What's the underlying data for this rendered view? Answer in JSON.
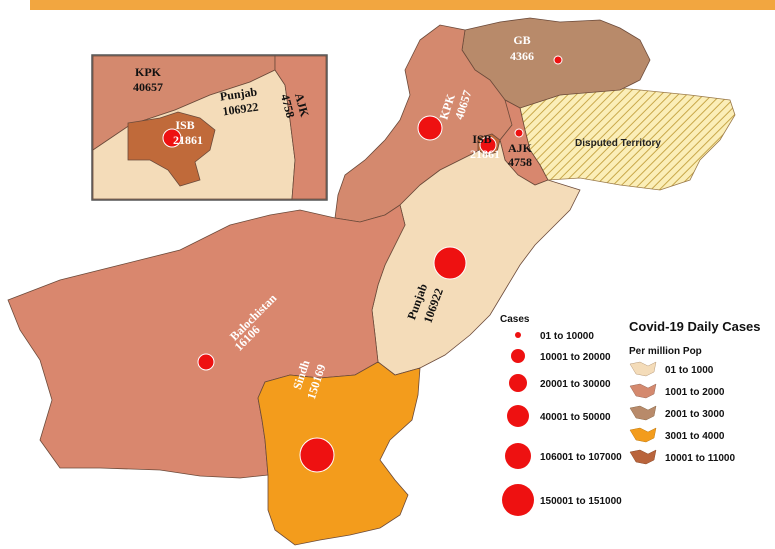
{
  "colors": {
    "banner": "#f2a640",
    "kpk": "#d4896e",
    "gb": "#b88a6a",
    "punjab": "#f4dcb9",
    "balochistan": "#d9876e",
    "sindh": "#f39c1c",
    "isb": "#c06a3a",
    "ajk": "#d8876e",
    "disputed": "#fbeeb8",
    "marker": "#ee1111"
  },
  "inset": {
    "kpk_name": "KPK",
    "kpk_value": "40657",
    "punjab_name": "Punjab",
    "punjab_value": "106922",
    "ajk_name": "AJK",
    "ajk_value": "4758",
    "isb_name": "ISB",
    "isb_value": "21861"
  },
  "regions": {
    "gb": {
      "name": "GB",
      "value": "4366"
    },
    "kpk": {
      "name": "KPK",
      "value": "40657"
    },
    "isb": {
      "name": "ISB",
      "value": "21861"
    },
    "ajk": {
      "name": "AJK",
      "value": "4758"
    },
    "disputed": {
      "name": "Disputed Territory"
    },
    "punjab": {
      "name": "Punjab",
      "value": "106922"
    },
    "balochistan": {
      "name": "Balochistan",
      "value": "16106"
    },
    "sindh": {
      "name": "Sindh",
      "value": "150169"
    }
  },
  "legend_cases": {
    "title": "Cases",
    "items": [
      {
        "label": "01 to 10000"
      },
      {
        "label": "10001 to 20000"
      },
      {
        "label": "20001 to 30000"
      },
      {
        "label": "40001 to 50000"
      },
      {
        "label": "106001 to 107000"
      },
      {
        "label": "150001 to 151000"
      }
    ]
  },
  "legend_pop": {
    "title": "Covid-19 Daily Cases",
    "subtitle": "Per million Pop",
    "items": [
      {
        "label": "01 to 1000",
        "color": "#f4dcb9"
      },
      {
        "label": "1001 to 2000",
        "color": "#d4896e"
      },
      {
        "label": "2001 to 3000",
        "color": "#b88a6a"
      },
      {
        "label": "3001 to 4000",
        "color": "#f39c1c"
      },
      {
        "label": "10001 to 11000",
        "color": "#b9643c"
      }
    ]
  }
}
